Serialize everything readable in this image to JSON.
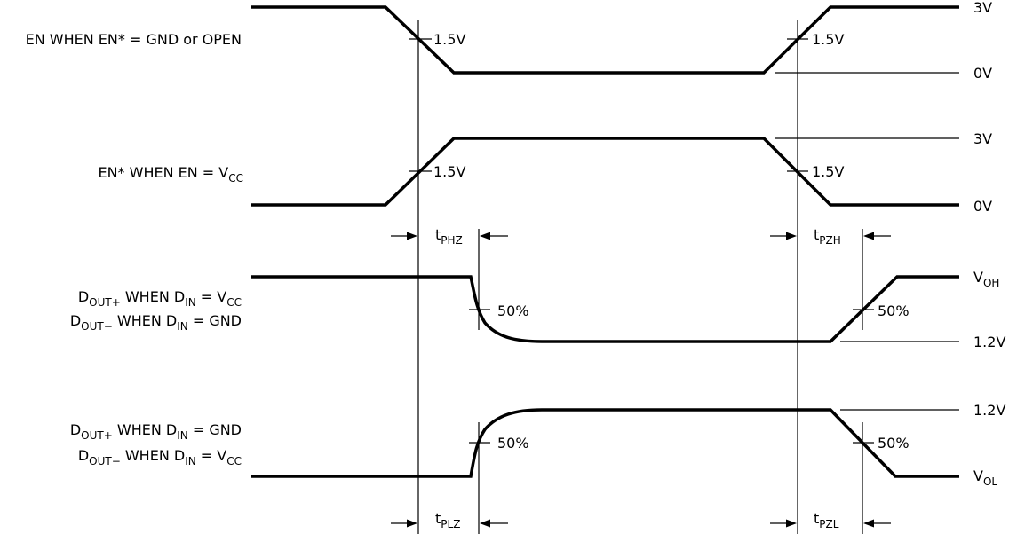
{
  "signals": {
    "en": {
      "name": "EN WHEN EN* = GND or OPEN"
    },
    "en_star": {
      "base": "EN* WHEN EN = V",
      "sub": "CC"
    },
    "dout_a_line1": {
      "d": "D",
      "d_sub": "OUT+",
      "mid": " WHEN D",
      "mid_sub": "IN",
      "end": " = V",
      "end_sub": "CC"
    },
    "dout_a_line2": {
      "d": "D",
      "d_sub": "OUT−",
      "mid": " WHEN D",
      "mid_sub": "IN",
      "end": " = GND"
    },
    "dout_b_line1": {
      "d": "D",
      "d_sub": "OUT+",
      "mid": " WHEN D",
      "mid_sub": "IN",
      "end": " = GND"
    },
    "dout_b_line2": {
      "d": "D",
      "d_sub": "OUT−",
      "mid": " WHEN D",
      "mid_sub": "IN",
      "end": " = V",
      "end_sub": "CC"
    }
  },
  "levels": {
    "en_high": "3V",
    "en_low": "0V",
    "enstar_high": "3V",
    "enstar_low": "0V",
    "voh": {
      "base": "V",
      "sub": "OH"
    },
    "mid_a": "1.2V",
    "mid_b": "1.2V",
    "vol": {
      "base": "V",
      "sub": "OL"
    }
  },
  "thresholds": {
    "en_fall": "1.5V",
    "en_rise": "1.5V",
    "enstar_rise": "1.5V",
    "enstar_fall": "1.5V",
    "dout_a_fall": "50%",
    "dout_a_rise": "50%",
    "dout_b_rise": "50%",
    "dout_b_fall": "50%"
  },
  "timing": {
    "tphz": {
      "base": "t",
      "sub": "PHZ"
    },
    "tpzh": {
      "base": "t",
      "sub": "PZH"
    },
    "tplz": {
      "base": "t",
      "sub": "PLZ"
    },
    "tpzl": {
      "base": "t",
      "sub": "PZL"
    }
  }
}
